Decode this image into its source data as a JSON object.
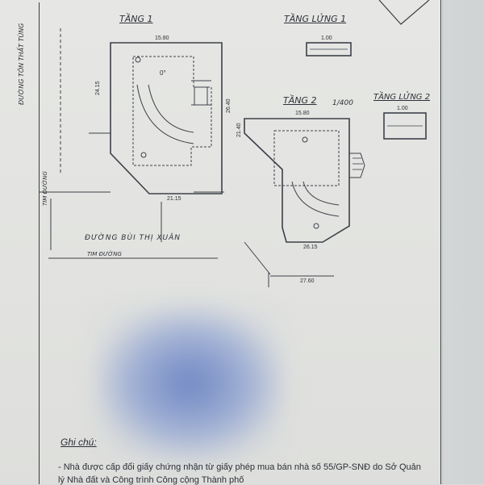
{
  "document": {
    "floor_labels": {
      "tang1": "TẦNG 1",
      "lung1": "TẦNG LỬNG 1",
      "tang2": "TẦNG 2",
      "tang2_scale": "1/400",
      "lung2": "TẦNG LỬNG 2"
    },
    "streets": {
      "side_road": "ĐƯỜNG TÔN THẤT TÙNG",
      "bottom_road": "ĐƯỜNG BÙI THỊ XUÂN",
      "road_ref": "TIM ĐƯỜNG",
      "road_ref_side": "TIM ĐƯỜNG"
    },
    "dims": {
      "top": "15.80",
      "left_side": "24.15",
      "right_side": "26.40",
      "bottom": "21.15",
      "room": "0°",
      "t2_top": "15.80",
      "t2_bottom": "26.15",
      "t2_left": "21.40",
      "t2_front": "27.60",
      "l1": "1.00",
      "l2": "1.00"
    },
    "notes": {
      "title": "Ghi chú:",
      "line1": "- Nhà được cấp đổi giấy chứng nhận từ giấy phép mua bán nhà số 55/GP-SNĐ do Sở Quản",
      "line2": "lý Nhà đất và Công trình Công cộng Thành phố"
    }
  }
}
